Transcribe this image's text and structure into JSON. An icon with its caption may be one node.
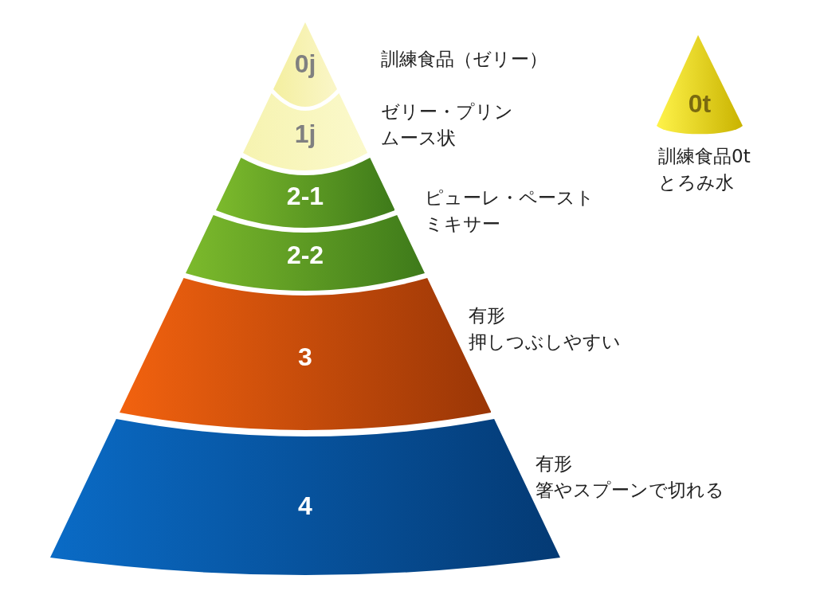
{
  "diagram": {
    "nodes": [
      {
        "text": [
          "0j"
        ],
        "beside": [
          "訓練食品（ゼリー）"
        ]
      },
      {
        "text": [
          "1j"
        ],
        "beside": [
          "ゼリー・プリンムース状"
        ]
      },
      {
        "text": [
          "2-1"
        ]
      },
      {
        "text": [
          "2-2"
        ]
      },
      {
        "text": [
          "3"
        ],
        "beside": [
          "有形押しつぶしやすい"
        ]
      },
      {
        "text": [
          "4"
        ],
        "beside": [
          "有形箸やスプーンで切れる"
        ]
      },
      {
        "text": [
          "0t"
        ],
        "beside": [
          "訓練食品0tとろみ水"
        ]
      }
    ],
    "edges": [],
    "labels": [
      "ピューレ・ペーストミキサー"
    ]
  }
}
